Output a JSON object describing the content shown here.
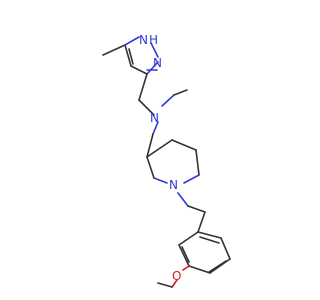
{
  "atoms": {
    "pyrazole_nh": "N",
    "pyrazole_h": "H",
    "pyrazole_n": "N",
    "amine_n": "N",
    "piperidine_n": "N",
    "ether_o": "O"
  },
  "colors": {
    "bond": "#333333",
    "nitrogen": "#2b3bd6",
    "oxygen": "#d11b1b",
    "background": "#ffffff"
  }
}
